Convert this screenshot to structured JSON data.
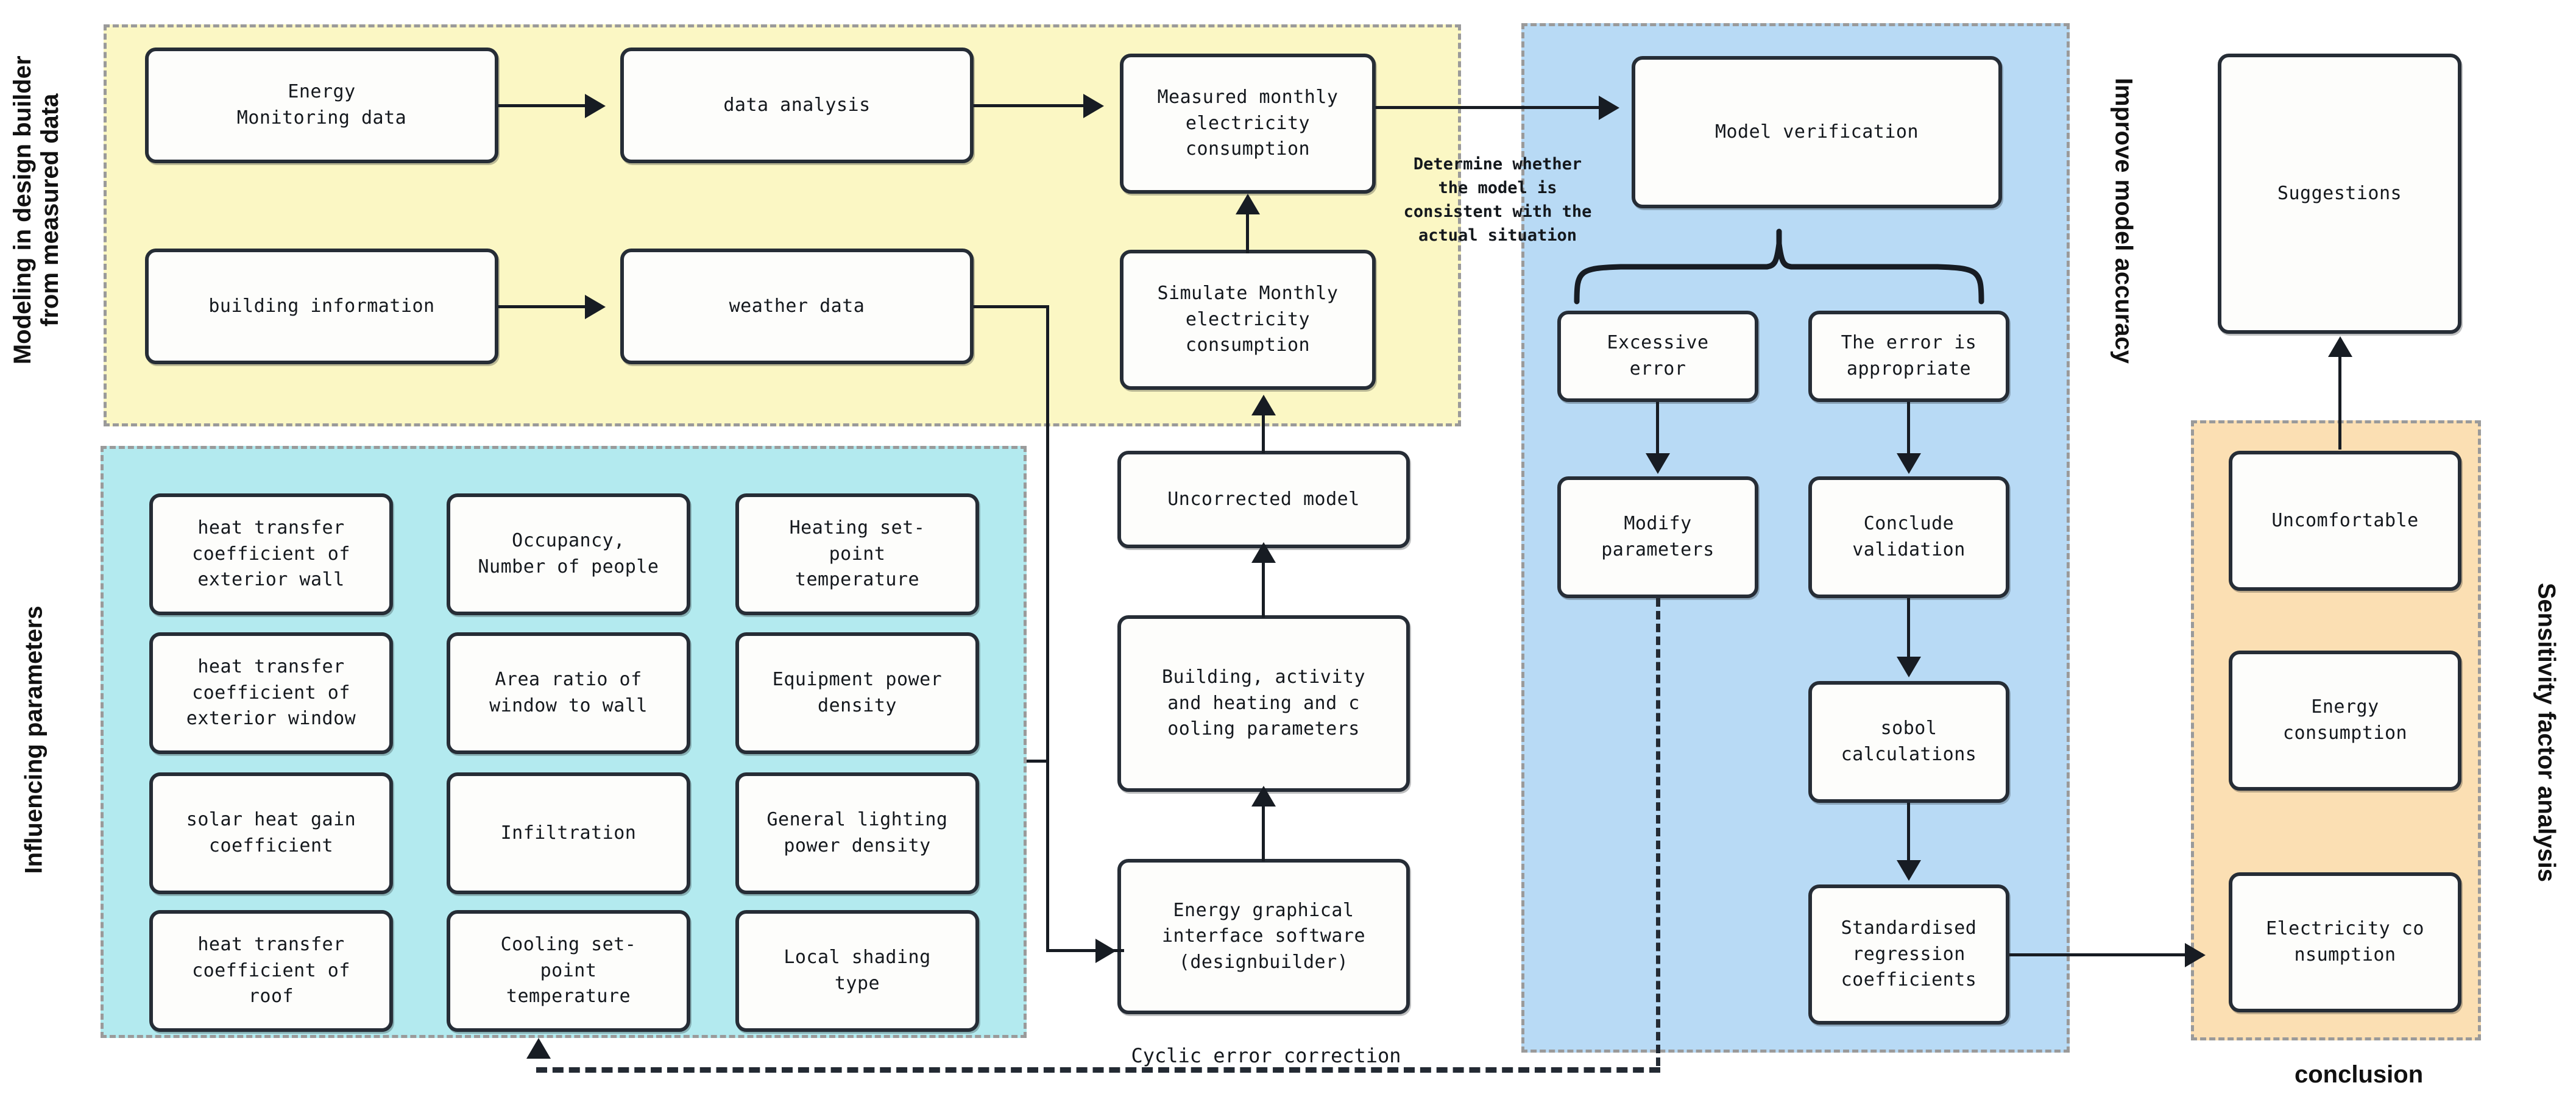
{
  "regions": [
    {
      "id": "modeling",
      "label": "Modeling in design builder\nfrom measured data",
      "color": "#fbf7c4"
    },
    {
      "id": "influencing",
      "label": "Influencing parameters",
      "color": "#b3eaef"
    },
    {
      "id": "improve",
      "label": "Improve model accuracy",
      "color": "#b8daf5"
    },
    {
      "id": "sensitivity",
      "label": "Sensitivity factor analysis",
      "color": "#fbdfb3"
    }
  ],
  "nodes": {
    "energy_monitoring_data": "Energy\nMonitoring data",
    "data_analysis": "data analysis",
    "measured_monthly": "Measured monthly\nelectricity\nconsumption",
    "building_information": "building information",
    "weather_data": "weather data",
    "simulate_monthly": "Simulate Monthly\nelectricity\nconsumption",
    "uncorrected_model": "Uncorrected model",
    "building_activity": "Building, activity\nand heating and c\nooling parameters",
    "designbuilder": "Energy graphical\ninterface software\n(designbuilder)",
    "model_verification": "Model verification",
    "excessive_error": "Excessive\nerror",
    "error_appropriate": "The error is\nappropriate",
    "modify_parameters": "Modify\nparameters",
    "conclude_validation": "Conclude\nvalidation",
    "sobol_calculations": "sobol\ncalculations",
    "standardised_regression": "Standardised\nregression\ncoefficients",
    "suggestions": "Suggestions",
    "uncomfortable": "Uncomfortable",
    "energy_consumption": "Energy\nconsumption",
    "electricity_consumption": "Electricity co\nnsumption",
    "param_wall": "heat transfer\ncoefficient of\nexterior wall",
    "param_window": "heat transfer\ncoefficient of\nexterior window",
    "param_solar": "solar heat gain\ncoefficient",
    "param_roof": "heat transfer\ncoefficient of\nroof",
    "param_occupancy": "Occupancy,\nNumber of people",
    "param_area_ratio": "Area ratio of\nwindow to wall",
    "param_infiltration": "Infiltration",
    "param_cooling_set": "Cooling set-\npoint\ntemperature",
    "param_heating_set": "Heating set-\npoint\ntemperature",
    "param_equipment": "Equipment power\ndensity",
    "param_lighting": "General lighting\npower density",
    "param_shading": "Local shading\ntype"
  },
  "annotations": {
    "determine_whether": "Determine whether\nthe model is\nconsistent with the\nactual situation",
    "cyclic_error_correction": "Cyclic error correction",
    "conclusion": "conclusion"
  },
  "colors": {
    "yellow": "#fbf7c4",
    "teal": "#b3eaef",
    "blue": "#b8daf5",
    "orange": "#fbdfb3",
    "node_border": "#262d36",
    "node_fill": "#fdfdfb",
    "line": "#171c23",
    "region_dash": "#9a9a9a"
  }
}
